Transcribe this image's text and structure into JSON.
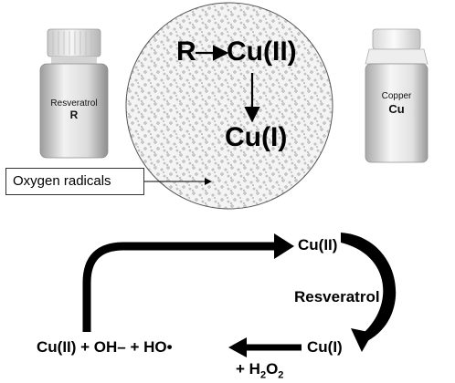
{
  "bottles": {
    "left": {
      "name": "Resveratrol",
      "symbol": "R"
    },
    "right": {
      "name": "Copper",
      "symbol": "Cu"
    }
  },
  "circle": {
    "reactant": "R",
    "oxidized_copper": "Cu(II)",
    "reduced_copper": "Cu(I)"
  },
  "callout": {
    "label": "Oxygen radicals"
  },
  "cycle": {
    "top_right": "Cu(II)",
    "middle_label": "Resveratrol",
    "bottom_right": "Cu(I)",
    "products": "Cu(II) + OH– + HO•",
    "reagent_prefix": "+ H",
    "reagent_sub1": "2",
    "reagent_mid": "O",
    "reagent_sub2": "2"
  }
}
